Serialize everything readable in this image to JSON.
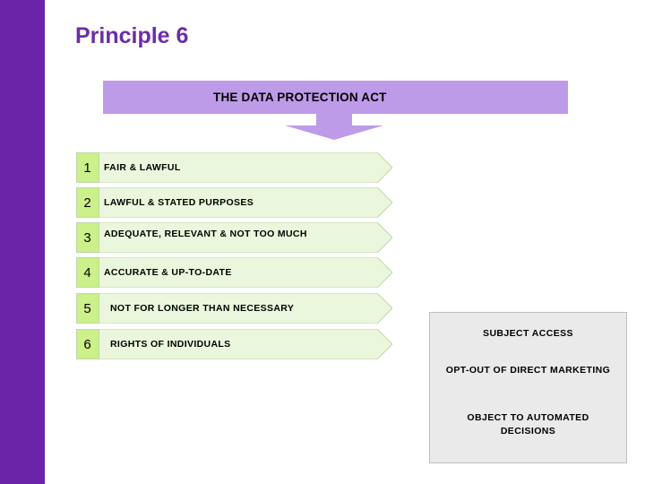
{
  "slide": {
    "title": "Principle 6",
    "accent_color": "#6B24A8",
    "title_color": "#6B2DA8",
    "banner_color": "#BE9BE8",
    "row_body_color": "#EAF7DC",
    "row_number_color": "#CCF08A",
    "rights_box_color": "#EAEAEA"
  },
  "banner": {
    "heading": "THE DATA PROTECTION ACT",
    "arrow_icon": "down-arrow-icon"
  },
  "principles": [
    {
      "number": "1",
      "label": "FAIR & LAWFUL"
    },
    {
      "number": "2",
      "label": "LAWFUL & STATED PURPOSES"
    },
    {
      "number": "3",
      "label": "ADEQUATE, RELEVANT & NOT TOO MUCH"
    },
    {
      "number": "4",
      "label": "ACCURATE & UP-TO-DATE"
    },
    {
      "number": "5",
      "label": "NOT FOR LONGER THAN NECESSARY"
    },
    {
      "number": "6",
      "label": "RIGHTS OF INDIVIDUALS"
    }
  ],
  "rights_box": {
    "items": [
      "SUBJECT ACCESS",
      "OPT-OUT OF DIRECT MARKETING",
      "OBJECT TO AUTOMATED DECISIONS"
    ]
  }
}
